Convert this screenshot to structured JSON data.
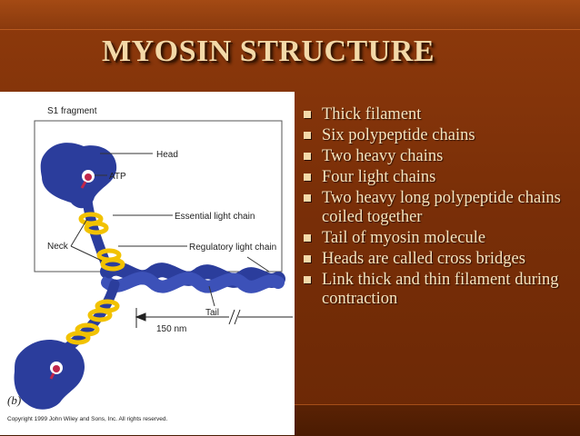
{
  "slide": {
    "title": "MYOSIN STRUCTURE",
    "colors": {
      "background": "#7a2f08",
      "title": "#f3d9a8",
      "text": "#f7e4bf",
      "myosin_blue": "#2b3d9c",
      "light_chain_yellow": "#f2c200"
    },
    "bullets": [
      "Thick filament",
      "Six polypeptide chains",
      "Two heavy chains",
      "Four light chains",
      "Two heavy long polypeptide chains coiled together",
      "Tail of myosin molecule",
      "Heads are called cross bridges",
      "Link thick and thin filament during contraction"
    ]
  },
  "figure": {
    "labels": {
      "s1_fragment": "S1 fragment",
      "head": "Head",
      "atp": "ATP",
      "essential_light_chain": "Essential light chain",
      "regulatory_light_chain": "Regulatory light chain",
      "neck": "Neck",
      "tail": "Tail",
      "length": "150 nm",
      "panel": "(b)",
      "copyright": "Copyright 1999 John Wiley and Sons, Inc. All rights reserved."
    }
  }
}
